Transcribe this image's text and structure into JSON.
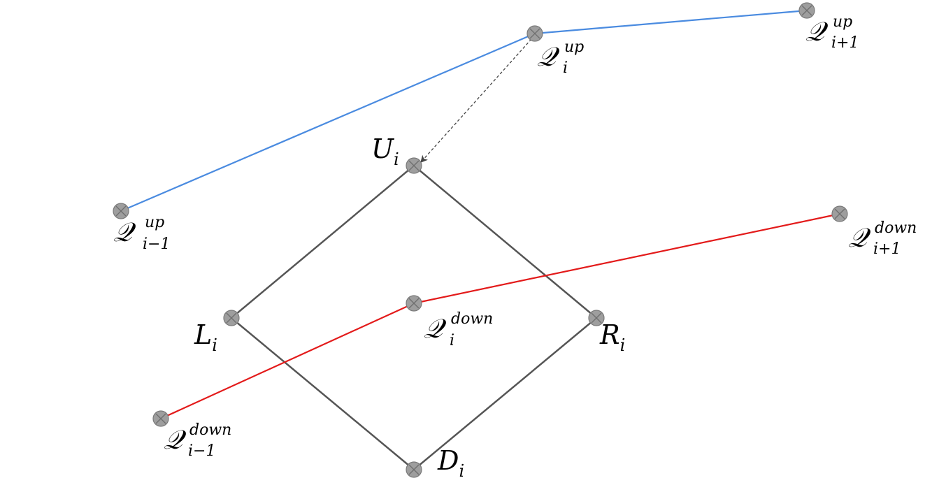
{
  "colors": {
    "up_chain": "#4a8be0",
    "down_chain": "#e31a1a",
    "cell": "#555555",
    "node_fill": "#9e9e9e",
    "node_stroke": "#6e6e6e",
    "arrow": "#444444"
  },
  "labels": {
    "U": {
      "main": "U",
      "sub": "i"
    },
    "L": {
      "main": "L",
      "sub": "i"
    },
    "R": {
      "main": "R",
      "sub": "i"
    },
    "D": {
      "main": "D",
      "sub": "i"
    },
    "q_up_prev": {
      "main": "𝒬",
      "sup": "up",
      "sub": "i−1"
    },
    "q_up_cur": {
      "main": "𝒬",
      "sup": "up",
      "sub": "i"
    },
    "q_up_next": {
      "main": "𝒬",
      "sup": "up",
      "sub": "i+1"
    },
    "q_down_prev": {
      "main": "𝒬",
      "sup": "down",
      "sub": "i−1"
    },
    "q_down_cur": {
      "main": "𝒬",
      "sup": "down",
      "sub": "i"
    },
    "q_down_next": {
      "main": "𝒬",
      "sup": "down",
      "sub": "i+1"
    }
  }
}
